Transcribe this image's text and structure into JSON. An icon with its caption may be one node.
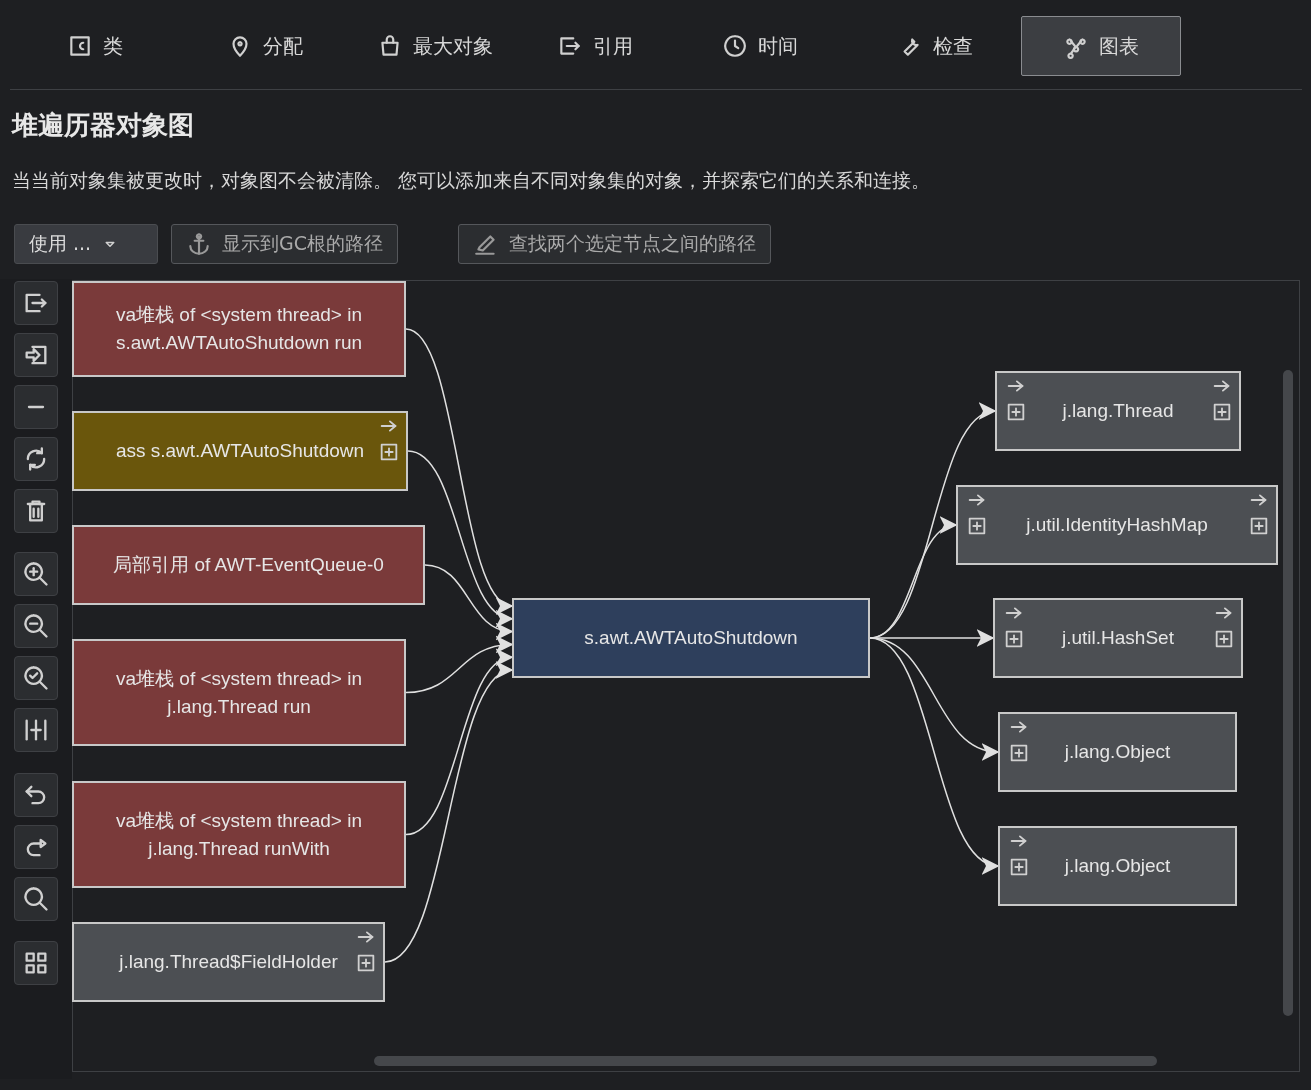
{
  "diagram": {
    "title": "堆遍历器对象图",
    "nodes": [
      {
        "text": [
          "va堆栈 of <system thread> in s.awt.AWTAutoShutdown run"
        ]
      },
      {
        "text": [
          "ass s.awt.AWTAutoShutdown"
        ]
      },
      {
        "text": [
          "局部引用 of AWT-EventQueue-0"
        ]
      },
      {
        "text": [
          "va堆栈 of <system thread> in j.lang.Thread run"
        ]
      },
      {
        "text": [
          "va堆栈 of <system thread> in j.lang.Thread runWith"
        ]
      },
      {
        "text": [
          "j.lang.Thread$FieldHolder"
        ]
      },
      {
        "text": [
          "s.awt.AWTAutoShutdown"
        ]
      },
      {
        "text": [
          "j.lang.Thread"
        ]
      },
      {
        "text": [
          "j.util.IdentityHashMap"
        ]
      },
      {
        "text": [
          "j.util.HashSet"
        ]
      },
      {
        "text": [
          "j.lang.Object"
        ]
      },
      {
        "text": [
          "j.lang.Object"
        ]
      }
    ],
    "edges": [
      {
        "from": 0,
        "to": 6,
        "arrow": "to"
      },
      {
        "from": 1,
        "to": 6,
        "arrow": "to"
      },
      {
        "from": 2,
        "to": 6,
        "arrow": "to"
      },
      {
        "from": 3,
        "to": 6,
        "arrow": "to"
      },
      {
        "from": 4,
        "to": 6,
        "arrow": "to"
      },
      {
        "from": 5,
        "to": 6,
        "arrow": "to"
      },
      {
        "from": 6,
        "to": 7,
        "arrow": "to"
      },
      {
        "from": 6,
        "to": 8,
        "arrow": "to"
      },
      {
        "from": 6,
        "to": 9,
        "arrow": "to"
      },
      {
        "from": 6,
        "to": 10,
        "arrow": "to"
      },
      {
        "from": 6,
        "to": 11,
        "arrow": "to"
      }
    ],
    "labels": [
      "类",
      "分配",
      "最大对象",
      "引用",
      "时间",
      "检查",
      "图表",
      "当当前对象集被更改时，对象图不会被清除。 您可以添加来自不同对象集的对象，并探索它们的关系和连接。",
      "使用 ...",
      "显示到GC根的路径",
      "查找两个选定节点之间的路径"
    ]
  }
}
